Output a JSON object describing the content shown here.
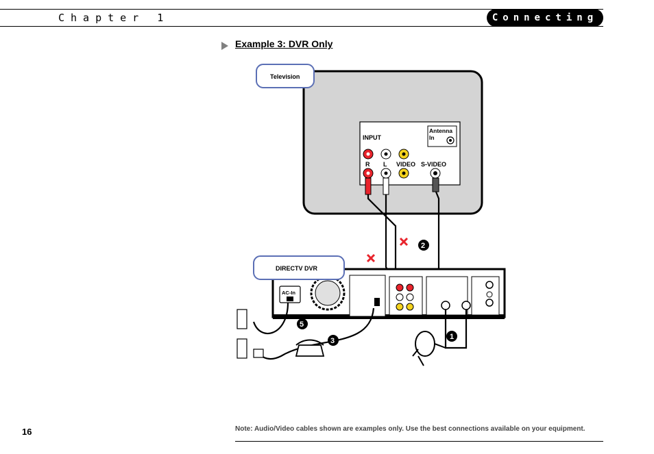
{
  "header": {
    "chapter": "Chapter 1",
    "section": "Connecting"
  },
  "example_title": "Example 3: DVR Only",
  "diagram": {
    "tv_label": "Television",
    "dvr_label": "DIRECTV DVR",
    "input_label": "INPUT",
    "antenna_label_1": "Antenna",
    "antenna_label_2": "In",
    "r_label": "R",
    "l_label": "L",
    "video_label": "VIDEO",
    "svideo_label": "S-VIDEO",
    "ac_in_label": "AC-In",
    "steps": [
      "1",
      "2",
      "3",
      "5"
    ],
    "colors": {
      "red": "#e8242c",
      "yellow": "#f4d21e",
      "tv_fill": "#d4d4d4",
      "label_border": "#5b6fb5"
    }
  },
  "page_number": "16",
  "footnote": "Note: Audio/Video cables shown are examples only. Use the best connections available on your equipment."
}
